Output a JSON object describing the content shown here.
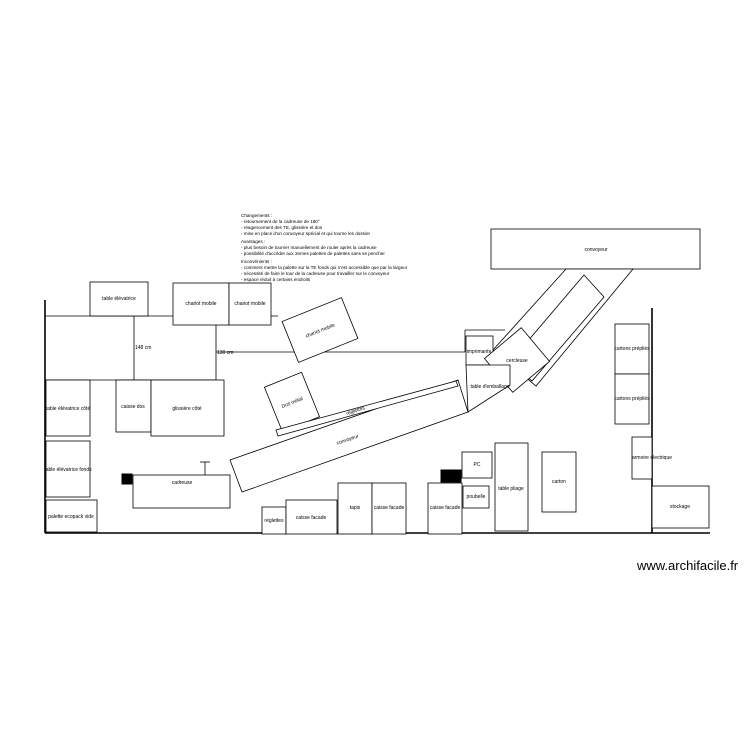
{
  "notes": {
    "changements": [
      "Changements :",
      "- retournement de la cadreuse de 180°",
      "- réagencement des TE, glissière et dos",
      "- mise en place d'un convoyeur spécial et qui tourne les dossier"
    ],
    "avantages": [
      "Avantages :",
      "- plus besoin de tourner manuellement de rouler après la cadreuse",
      "- possibilité d'accéder aux 2emes palettes de palettes sans se pencher"
    ],
    "inconvenients": [
      "Inconvénients :",
      "- comment mettre la palette sur la TE fonds qui n'est accessible que par la largeur",
      "- nécessité de faire le tour de la cadreuse pour travailler sur le convoyeur",
      "- espace réduit à certains endroits"
    ]
  },
  "labels": {
    "convoyeur_top": "convoyeur",
    "table_elevatrice": "table élévatrice",
    "chariot_mobile_1": "chariot mobile",
    "chariot_mobile_2": "chariot mobile",
    "chariot_mobile_3": "chariot mobile",
    "dim_148": "148 cm",
    "dim_130": "130 cm",
    "table_elevatrice_cote": "table élévatrice côté",
    "caisse_dos": "caisse dos",
    "glissiere_cote": "glissière côté",
    "dos_metal": "Dos métal",
    "reglettes": "réglettes",
    "convoyeur_diag": "convoyeur",
    "table_elevatrice_fonds": "table élévatrice fonds",
    "cadreuse": "cadreuse",
    "palette_ecopack": "palette ecopack vide",
    "reglettes_bottom": "réglettes",
    "caisse_facade_1": "caisse facade",
    "tapis": "tapis",
    "caisse_facade_2": "caisse facade",
    "caisse_facade_3": "caisse facade",
    "pc": "PC",
    "poubelle": "poubelle",
    "table_pliage": "table pliage",
    "carton": "carton",
    "imprimante": "imprimante",
    "cercleuse": "cercleuse",
    "table_emballage": "table d'emballage",
    "cartons_prepliés_1": "cartons prépliés",
    "cartons_prepliés_2": "cartons prépliés",
    "armoire_electrique": "armoire électrique",
    "stockage": "stockage"
  },
  "watermark": "www.archifacile.fr"
}
